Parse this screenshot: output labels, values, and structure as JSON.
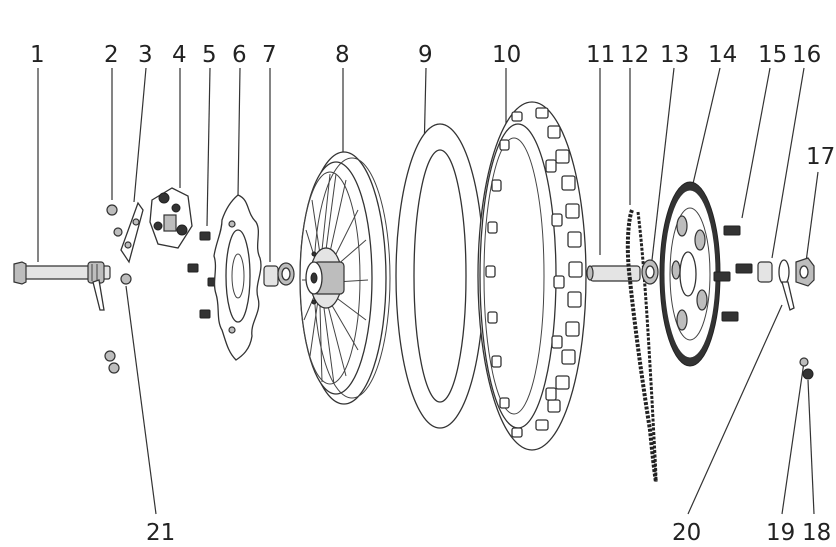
{
  "diagram": {
    "callouts": [
      "1",
      "2",
      "3",
      "4",
      "5",
      "6",
      "7",
      "8",
      "9",
      "10",
      "11",
      "12",
      "13",
      "14",
      "15",
      "16",
      "17",
      "18",
      "19",
      "20",
      "21"
    ]
  },
  "colors": {
    "line": "#333333",
    "fill": "#ffffff",
    "shade": "#bdbdbd"
  }
}
